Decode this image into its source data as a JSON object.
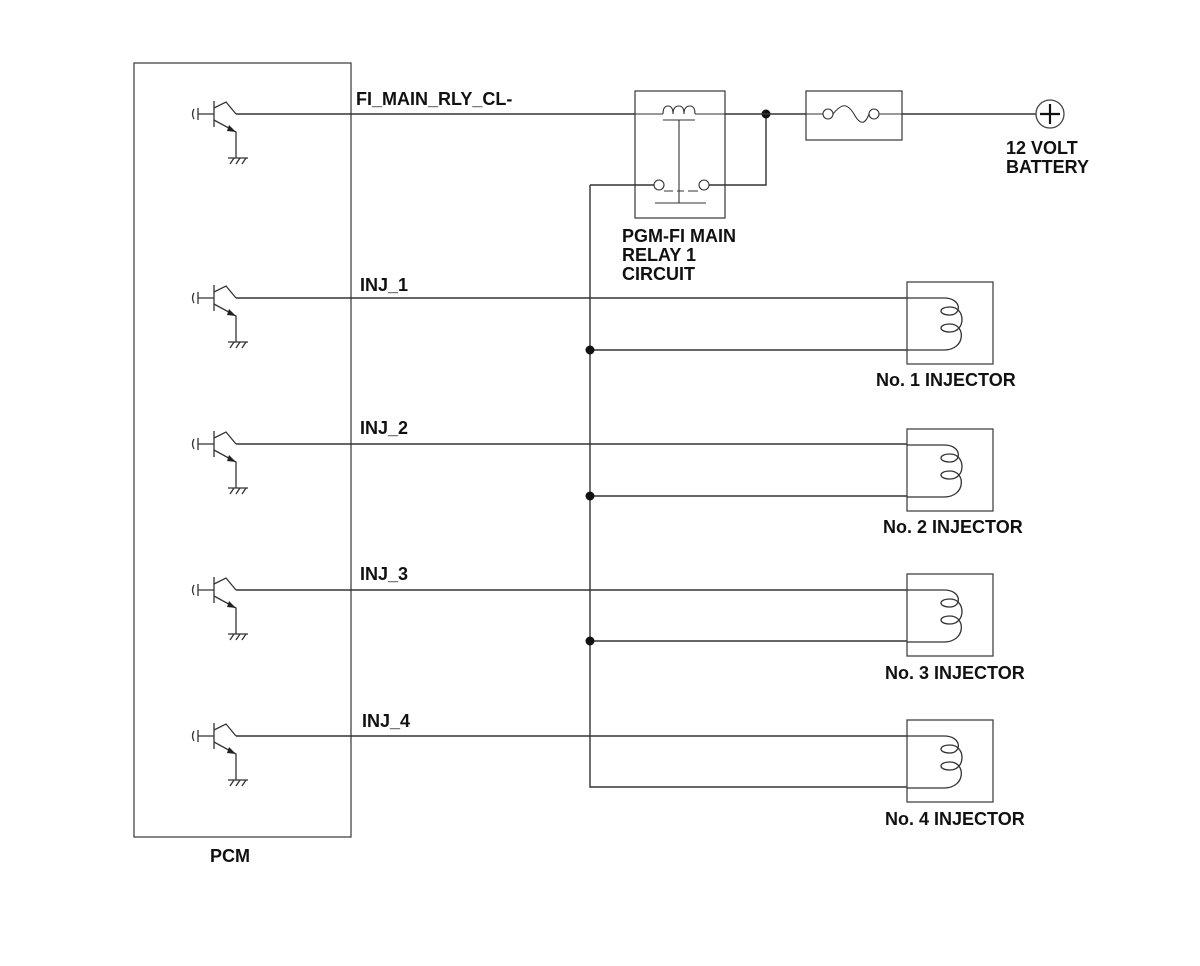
{
  "signals": {
    "relay_control": "FI_MAIN_RLY_CL-",
    "inj_1": "INJ_1",
    "inj_2": "INJ_2",
    "inj_3": "INJ_3",
    "inj_4": "INJ_4"
  },
  "battery": {
    "line1": "12 VOLT",
    "line2": "BATTERY"
  },
  "relay": {
    "line1": "PGM-FI MAIN",
    "line2": "RELAY 1",
    "line3": "CIRCUIT"
  },
  "injectors": {
    "no1": "No. 1 INJECTOR",
    "no2": "No. 2 INJECTOR",
    "no3": "No. 3 INJECTOR",
    "no4": "No. 4 INJECTOR"
  },
  "pcm": {
    "label": "PCM"
  }
}
